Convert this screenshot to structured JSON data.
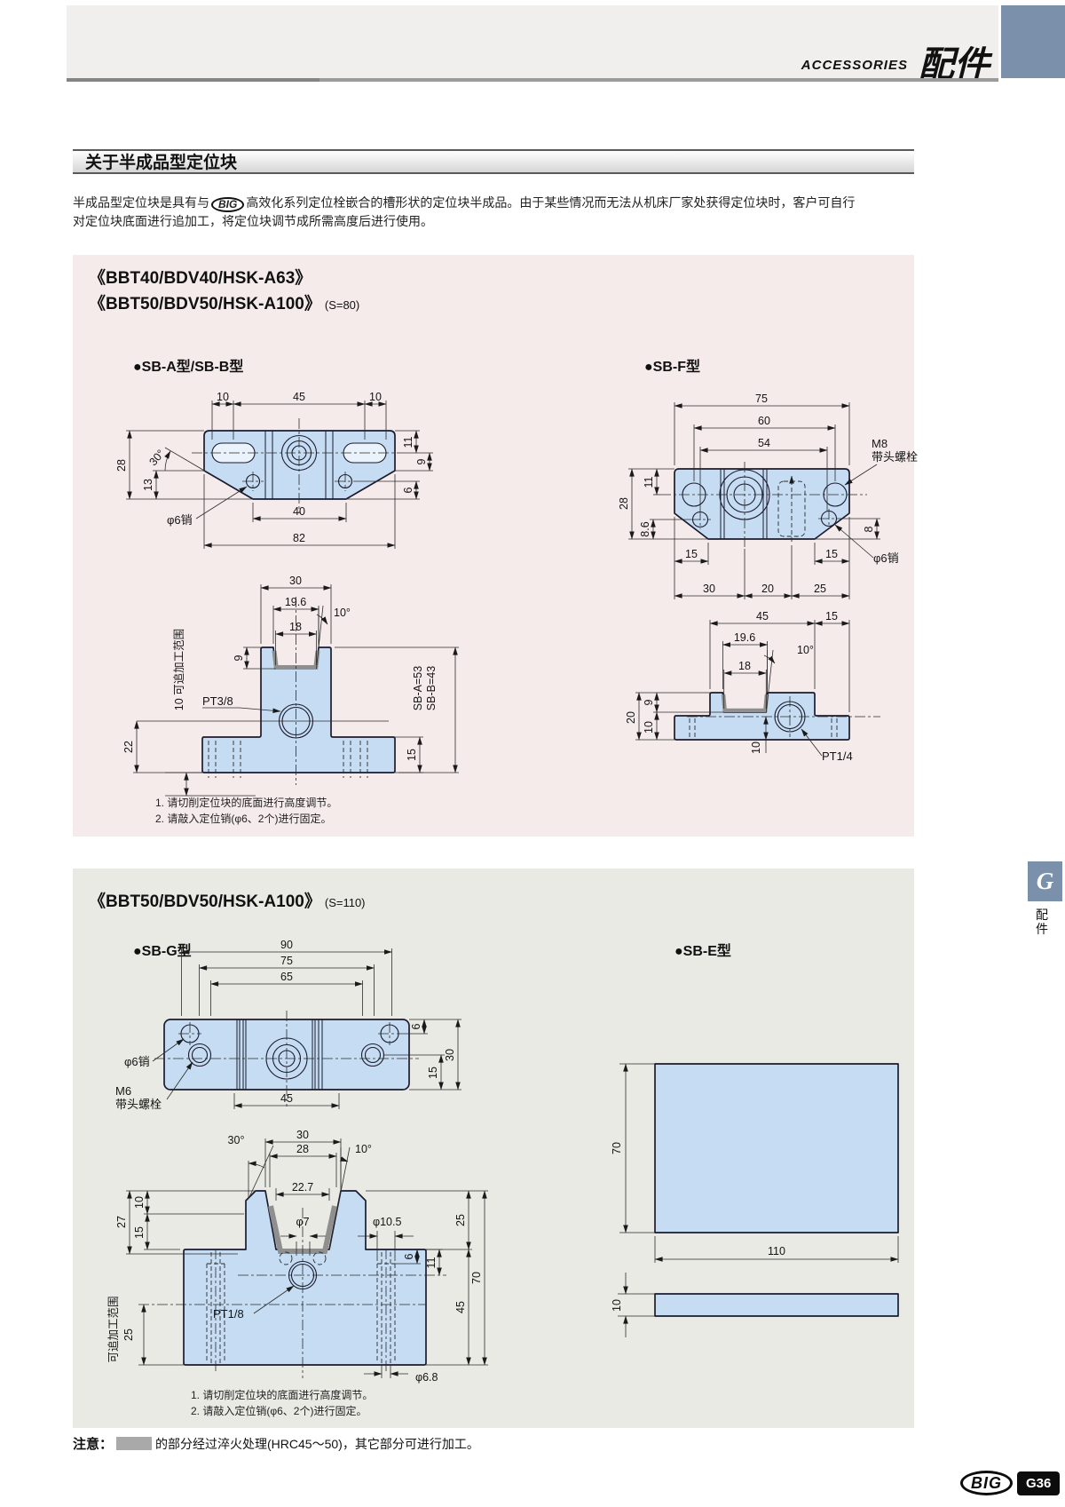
{
  "page": {
    "header": {
      "eyebrow": "ACCESSORIES",
      "title": "配件"
    },
    "side_tab": {
      "letter": "G",
      "label": "配件"
    },
    "intro": {
      "title": "关于半成品型定位块",
      "p1a": "半成品型定位块是具有与",
      "p1_logo": "BIG",
      "p1b": "高效化系列定位栓嵌合的槽形状的定位块半成品。由于某些情况而无法从机床厂家处获得定位块时，客户可自行",
      "p2": "对定位块底面进行追加工，将定位块调节成所需高度后进行使用。"
    },
    "notice": {
      "prefix": "注意：",
      "text": "的部分经过淬火处理(HRC45～50)，其它部分可进行加工。"
    },
    "footer": {
      "brand": "BIG",
      "page_no": "G36"
    }
  },
  "box1": {
    "title1": "《BBT40/BDV40/HSK-A63》",
    "title2": "《BBT50/BDV50/HSK-A100》",
    "title2_suffix": "(S=80)",
    "label_ab": "●SB-A型/SB-B型",
    "label_f": "●SB-F型",
    "notes": [
      "1. 请切削定位块的底面进行高度调节。",
      "2. 请敲入定位销(φ6、2个)进行固定。"
    ]
  },
  "box2": {
    "title": "《BBT50/BDV50/HSK-A100》",
    "title_suffix": "(S=110)",
    "label_g": "●SB-G型",
    "label_e": "●SB-E型",
    "notes": [
      "1. 请切削定位块的底面进行高度调节。",
      "2. 请敲入定位销(φ6、2个)进行固定。"
    ]
  },
  "dims": {
    "sbab_top": {
      "t1": "10",
      "t2": "45",
      "t3": "10",
      "r1": "11",
      "r2": "9",
      "r3": "6",
      "l1": "28",
      "l2": "13",
      "ang": "30°",
      "b1": "40",
      "b2": "82",
      "pin": "φ6销"
    },
    "sbab_side": {
      "w1": "30",
      "w2": "19.6",
      "w3": "18",
      "ang": "10°",
      "d1": "9",
      "pt": "PT3/8",
      "l1": "22",
      "r1": "15",
      "range": "10 可追加工范围",
      "ha": "SB-A=53",
      "hb": "SB-B=43"
    },
    "sbf_top": {
      "t1": "75",
      "t2": "60",
      "t3": "54",
      "l1": "28",
      "l2": "11",
      "l3": "8.6",
      "r1": "8",
      "bolt1": "M8",
      "bolt2": "带头螺栓",
      "pin": "φ6销",
      "b1": "15",
      "b2": "15",
      "b3": "30",
      "b4": "20",
      "b5": "25"
    },
    "sbf_side": {
      "t1": "45",
      "t2": "15",
      "w1": "19.6",
      "w2": "18",
      "ang": "10°",
      "l1": "20",
      "l2": "9",
      "l3": "10",
      "b1": "10",
      "pt": "PT1/4"
    },
    "sbg_top": {
      "t1": "90",
      "t2": "75",
      "t3": "65",
      "r1": "6",
      "r2": "15",
      "r3": "30",
      "b1": "45",
      "pin": "φ6销",
      "bolt1": "M6",
      "bolt2": "带头螺栓"
    },
    "sbg_side": {
      "a1": "30°",
      "w1": "30",
      "w2": "28",
      "a2": "10°",
      "w3": "22.7",
      "l1": "27",
      "l2": "10",
      "l3": "15",
      "p1": "φ7",
      "p2": "φ10.5",
      "r1": "6",
      "r2": "11",
      "r3": "25",
      "r4": "70",
      "r5": "45",
      "pt": "PT1/8",
      "range": "可追加工范围",
      "range_v": "25",
      "p3": "φ6.8"
    },
    "sbe": {
      "h": "70",
      "w": "110",
      "t": "10"
    }
  }
}
